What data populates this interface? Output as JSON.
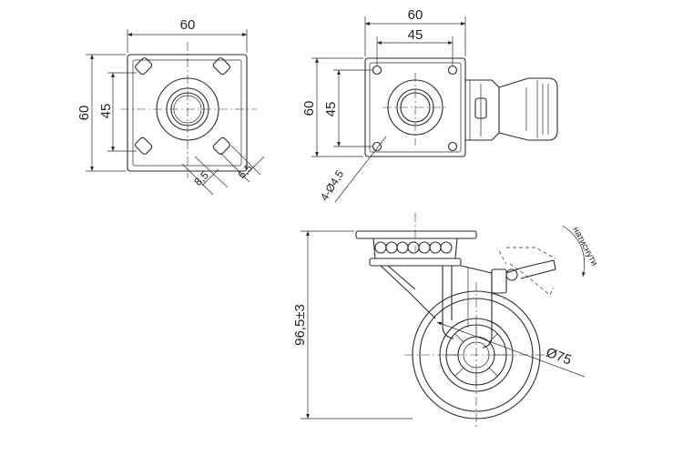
{
  "top_left_view": {
    "dim_width": "60",
    "dim_height": "60",
    "dim_hole_spacing": "45",
    "dim_slot_a": "8,5",
    "dim_slot_b": "6,5"
  },
  "top_right_view": {
    "dim_width": "60",
    "dim_hole_spacing_h": "45",
    "dim_height": "60",
    "dim_hole_spacing_v": "45",
    "dim_holes": "4-Ø4,5"
  },
  "side_view": {
    "dim_total_height": "96,5±3",
    "dim_wheel_diameter": "Ø75",
    "note_press": "натиснути"
  }
}
